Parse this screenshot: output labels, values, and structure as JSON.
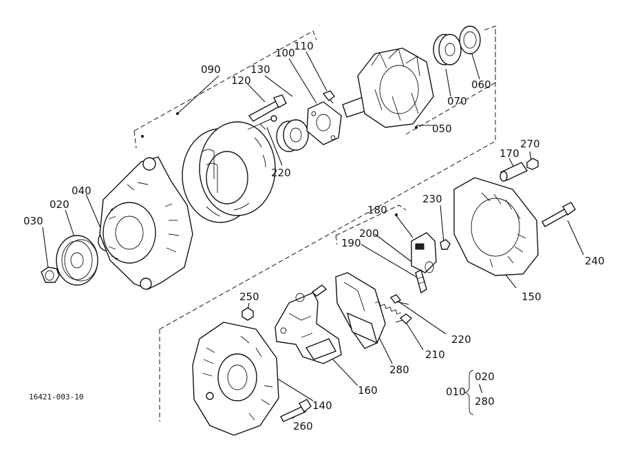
{
  "diagram": {
    "drawing_code": "16421-003-10",
    "labels": {
      "p010": "010",
      "p020": "020",
      "p020r": "020",
      "p030": "030",
      "p040": "040",
      "p050": "050",
      "p060": "060",
      "p070": "070",
      "p090": "090",
      "p100": "100",
      "p110": "110",
      "p120": "120",
      "p130": "130",
      "p140": "140",
      "p150": "150",
      "p160": "160",
      "p170": "170",
      "p180": "180",
      "p190": "190",
      "p200": "200",
      "p210": "210",
      "p220a": "220",
      "p220b": "220",
      "p230": "230",
      "p240": "240",
      "p250": "250",
      "p260": "260",
      "p270": "270",
      "p280": "280",
      "p280r": "280",
      "range_sep": "\\"
    }
  }
}
